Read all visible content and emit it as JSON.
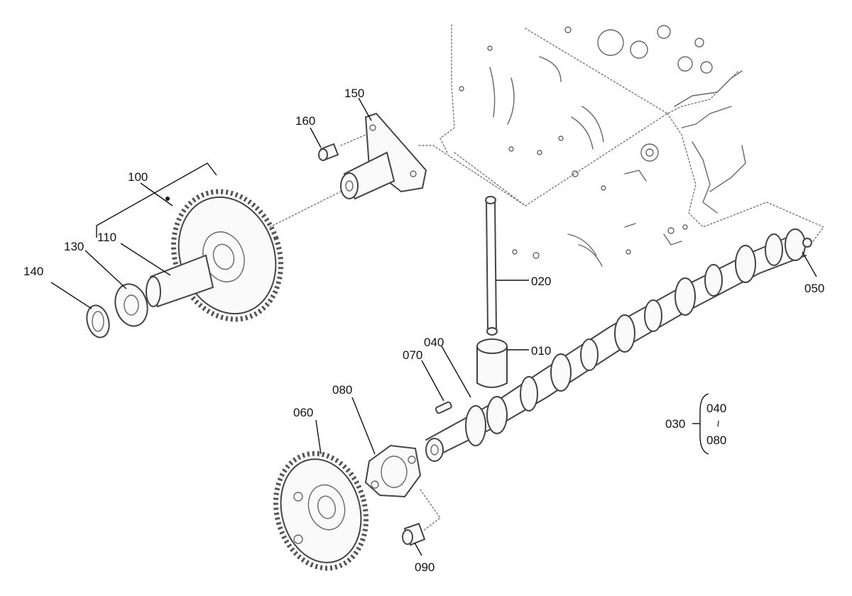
{
  "labels": {
    "p010": "010",
    "p020": "020",
    "p030": "030",
    "p040": "040",
    "p050": "050",
    "p060": "060",
    "p070": "070",
    "p080": "080",
    "p090": "090",
    "p100": "100",
    "p110": "110",
    "p130": "130",
    "p140": "140",
    "p150": "150",
    "p160": "160",
    "group030_top": "040",
    "group030_bottom": "080",
    "group030_range": "~"
  }
}
